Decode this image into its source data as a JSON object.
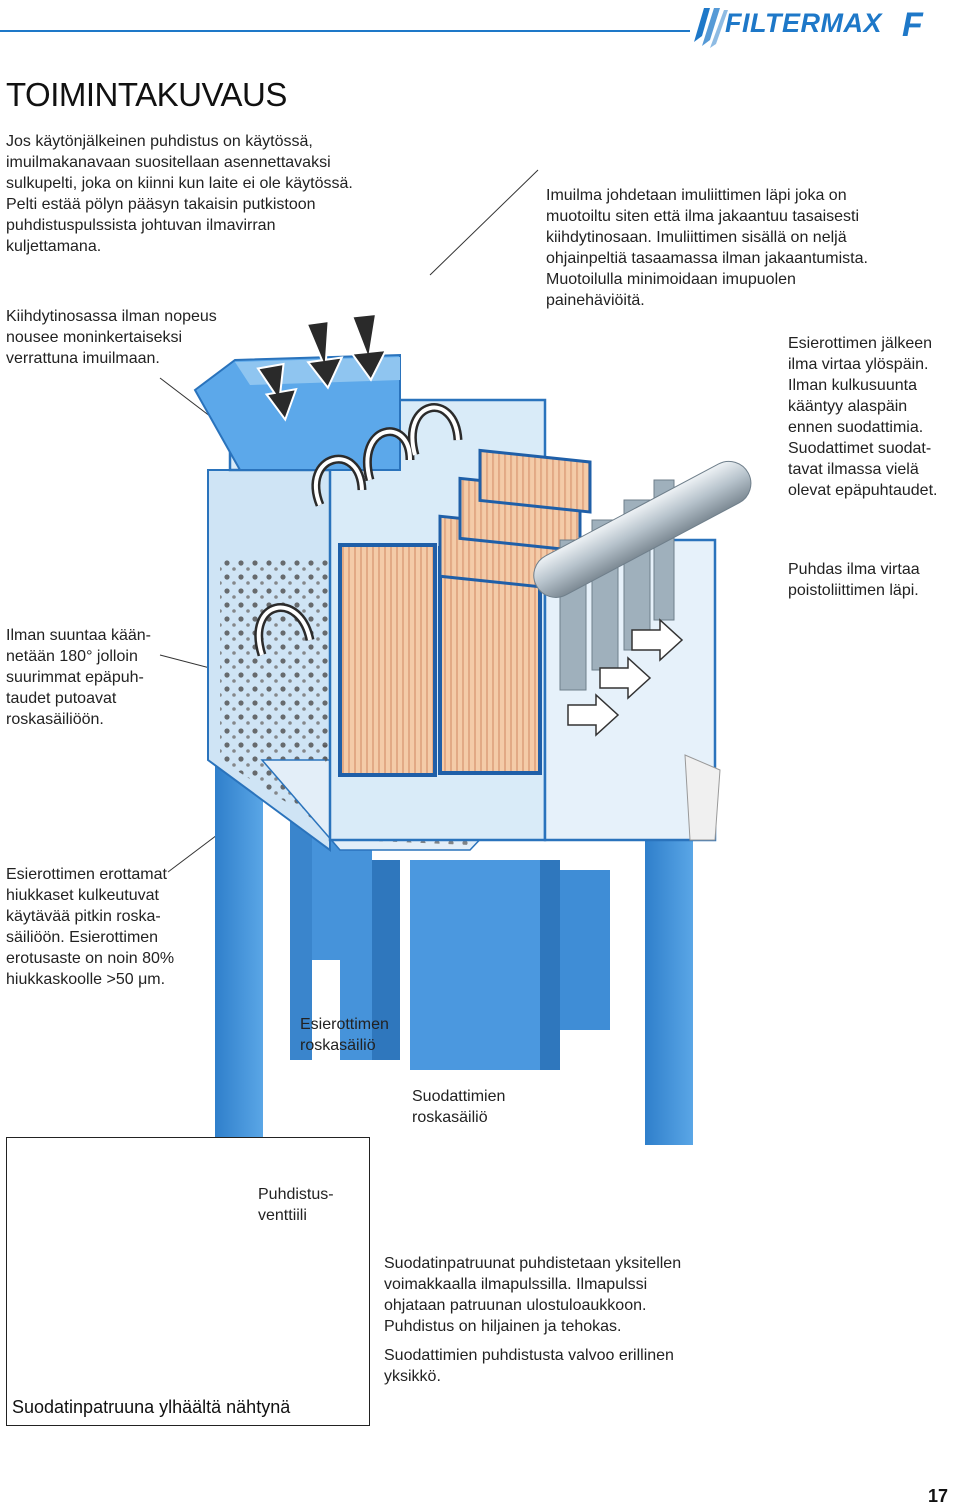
{
  "header": {
    "logo_text": "FILTERMAX",
    "logo_suffix": "F"
  },
  "page_title": "TOIMINTAKUVAUS",
  "texts": {
    "intro_lines": [
      "Jos käytönjälkeinen puhdistus on käytössä,",
      "imuilmakanavaan suositellaan asennettavaksi",
      "sulkupelti, joka on kiinni kun laite ei ole käytössä.",
      "Pelti estää pölyn pääsyn takaisin putkistoon",
      "puhdistuspulssista johtuvan ilmavirran",
      "kuljettamana."
    ],
    "acceleration_lines": [
      "Kiihdytinosassa ilman nopeus",
      "nousee moninkertaiseksi",
      "verrattuna imuilmaan."
    ],
    "inlet_lines": [
      "Imuilma johdetaan imuliittimen läpi joka on",
      "muotoiltu siten että ilma jakaantuu tasaisesti",
      "kiihdytinosaan. Imuliittimen sisällä on neljä",
      "ohjainpeltiä tasaamassa ilman jakaantumista.",
      "Muotoilulla minimoidaan imupuolen",
      "painehäviöitä."
    ],
    "separator_after_lines": [
      "Esierottimen jälkeen",
      "ilma virtaa ylöspäin.",
      "Ilman kulkusuunta",
      "kääntyy alaspäin",
      "ennen suodattimia.",
      "Suodattimet suodat-",
      "tavat ilmassa vielä",
      "olevat epäpuhtaudet."
    ],
    "clean_air_lines": [
      "Puhdas ilma virtaa",
      "poistoliittimen läpi."
    ],
    "turn_lines": [
      "Ilman suuntaa kään-",
      "netään 180° jolloin",
      "suurimmat epäpuh-",
      "taudet putoavat",
      "roskasäiliöön."
    ],
    "separator_particles_lines": [
      "Esierottimen erottamat",
      "hiukkaset kulkeutuvat",
      "käytävää pitkin roska-",
      "säiliöön. Esierottimen",
      "erotusaste on noin 80%",
      "hiukkaskoolle >50 μm."
    ],
    "separator_bin_lines": [
      "Esierottimen",
      "roskasäiliö"
    ],
    "filter_bin_lines": [
      "Suodattimien",
      "roskasäiliö"
    ],
    "valve_label_lines": [
      "Puhdistus-",
      "venttiili"
    ],
    "cleaning_lines": [
      "Suodatinpatruunat puhdistetaan yksitellen",
      "voimakkaalla ilmapulssilla. Ilmapulssi",
      "ohjataan patruunan ulostuloaukkoon.",
      "Puhdistus on hiljainen ja tehokas."
    ],
    "monitor_lines": [
      "Suodattimien puhdistusta valvoo erillinen",
      "yksikkö."
    ],
    "inset_caption": "Suodatinpatruuna ylhäältä nähtynä"
  },
  "page_number": "17",
  "colors": {
    "brand_blue": "#1e78c8",
    "housing_blue": "#3d8fd6",
    "housing_light": "#8cc2ec",
    "filter_pleat": "#f2c7a4",
    "pipe_grey": "#b8c4cc"
  }
}
